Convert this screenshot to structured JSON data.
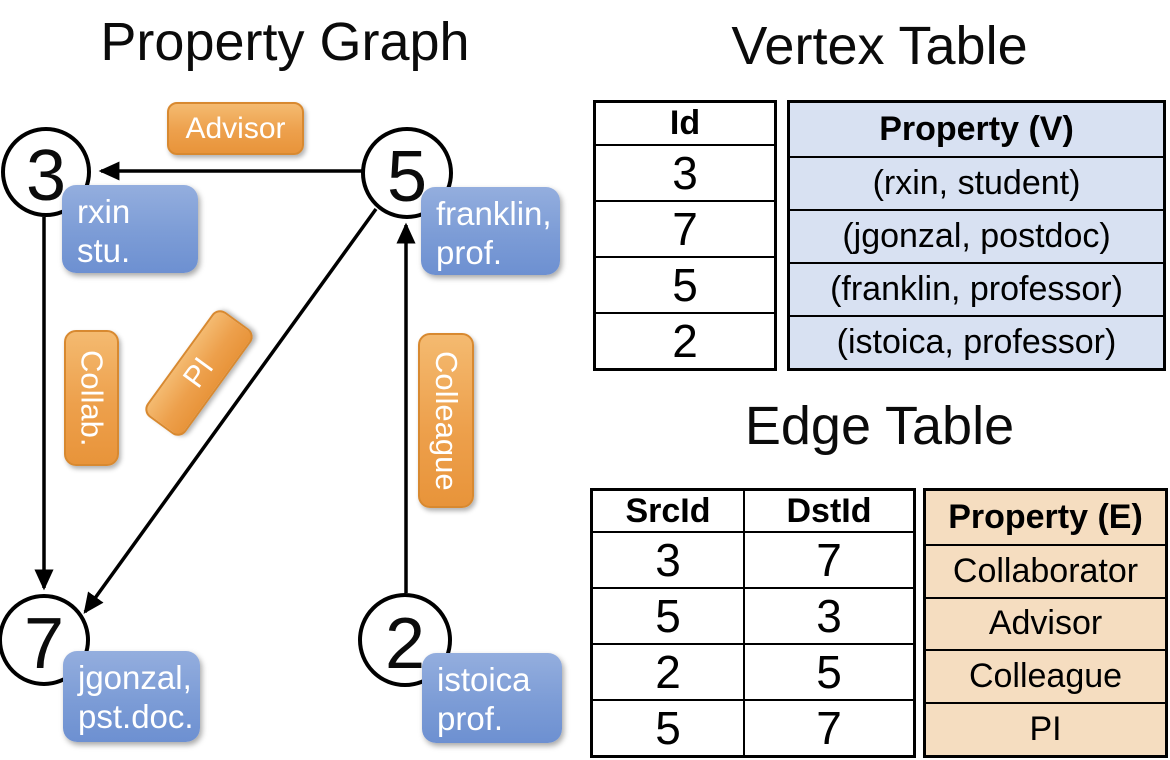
{
  "titles": {
    "graph": "Property Graph",
    "vertex": "Vertex Table",
    "edge": "Edge Table"
  },
  "colors": {
    "edge_label_fill_top": "#f4ba70",
    "edge_label_fill_bottom": "#e8943a",
    "vertex_label_fill_top": "#94aede",
    "vertex_label_fill_bottom": "#6d90d1",
    "vertex_property_cell_bg": "#d8e1f2",
    "edge_property_cell_bg": "#f5ddc0",
    "line_color": "#000000",
    "text_on_boxes": "#ffffff"
  },
  "graph": {
    "nodes": [
      {
        "id": "3"
      },
      {
        "id": "5"
      },
      {
        "id": "7"
      },
      {
        "id": "2"
      }
    ],
    "edge_labels": {
      "advisor": "Advisor",
      "collab": "Collab.",
      "pi": "PI",
      "colleague": "Colleague"
    },
    "property_boxes": {
      "rxin": {
        "line1": "rxin",
        "line2": "stu."
      },
      "franklin": {
        "line1": "franklin,",
        "line2": "prof."
      },
      "jgonzal": {
        "line1": "jgonzal,",
        "line2": "pst.doc."
      },
      "istoica": {
        "line1": "istoica",
        "line2": "prof."
      }
    }
  },
  "vertex_table": {
    "headers": [
      "Id",
      "Property (V)"
    ],
    "rows": [
      {
        "id": "3",
        "property": "(rxin, student)"
      },
      {
        "id": "7",
        "property": "(jgonzal, postdoc)"
      },
      {
        "id": "5",
        "property": "(franklin, professor)"
      },
      {
        "id": "2",
        "property": "(istoica, professor)"
      }
    ]
  },
  "edge_table": {
    "headers": [
      "SrcId",
      "DstId",
      "Property (E)"
    ],
    "rows": [
      {
        "src": "3",
        "dst": "7",
        "property": "Collaborator"
      },
      {
        "src": "5",
        "dst": "3",
        "property": "Advisor"
      },
      {
        "src": "2",
        "dst": "5",
        "property": "Colleague"
      },
      {
        "src": "5",
        "dst": "7",
        "property": "PI"
      }
    ]
  }
}
